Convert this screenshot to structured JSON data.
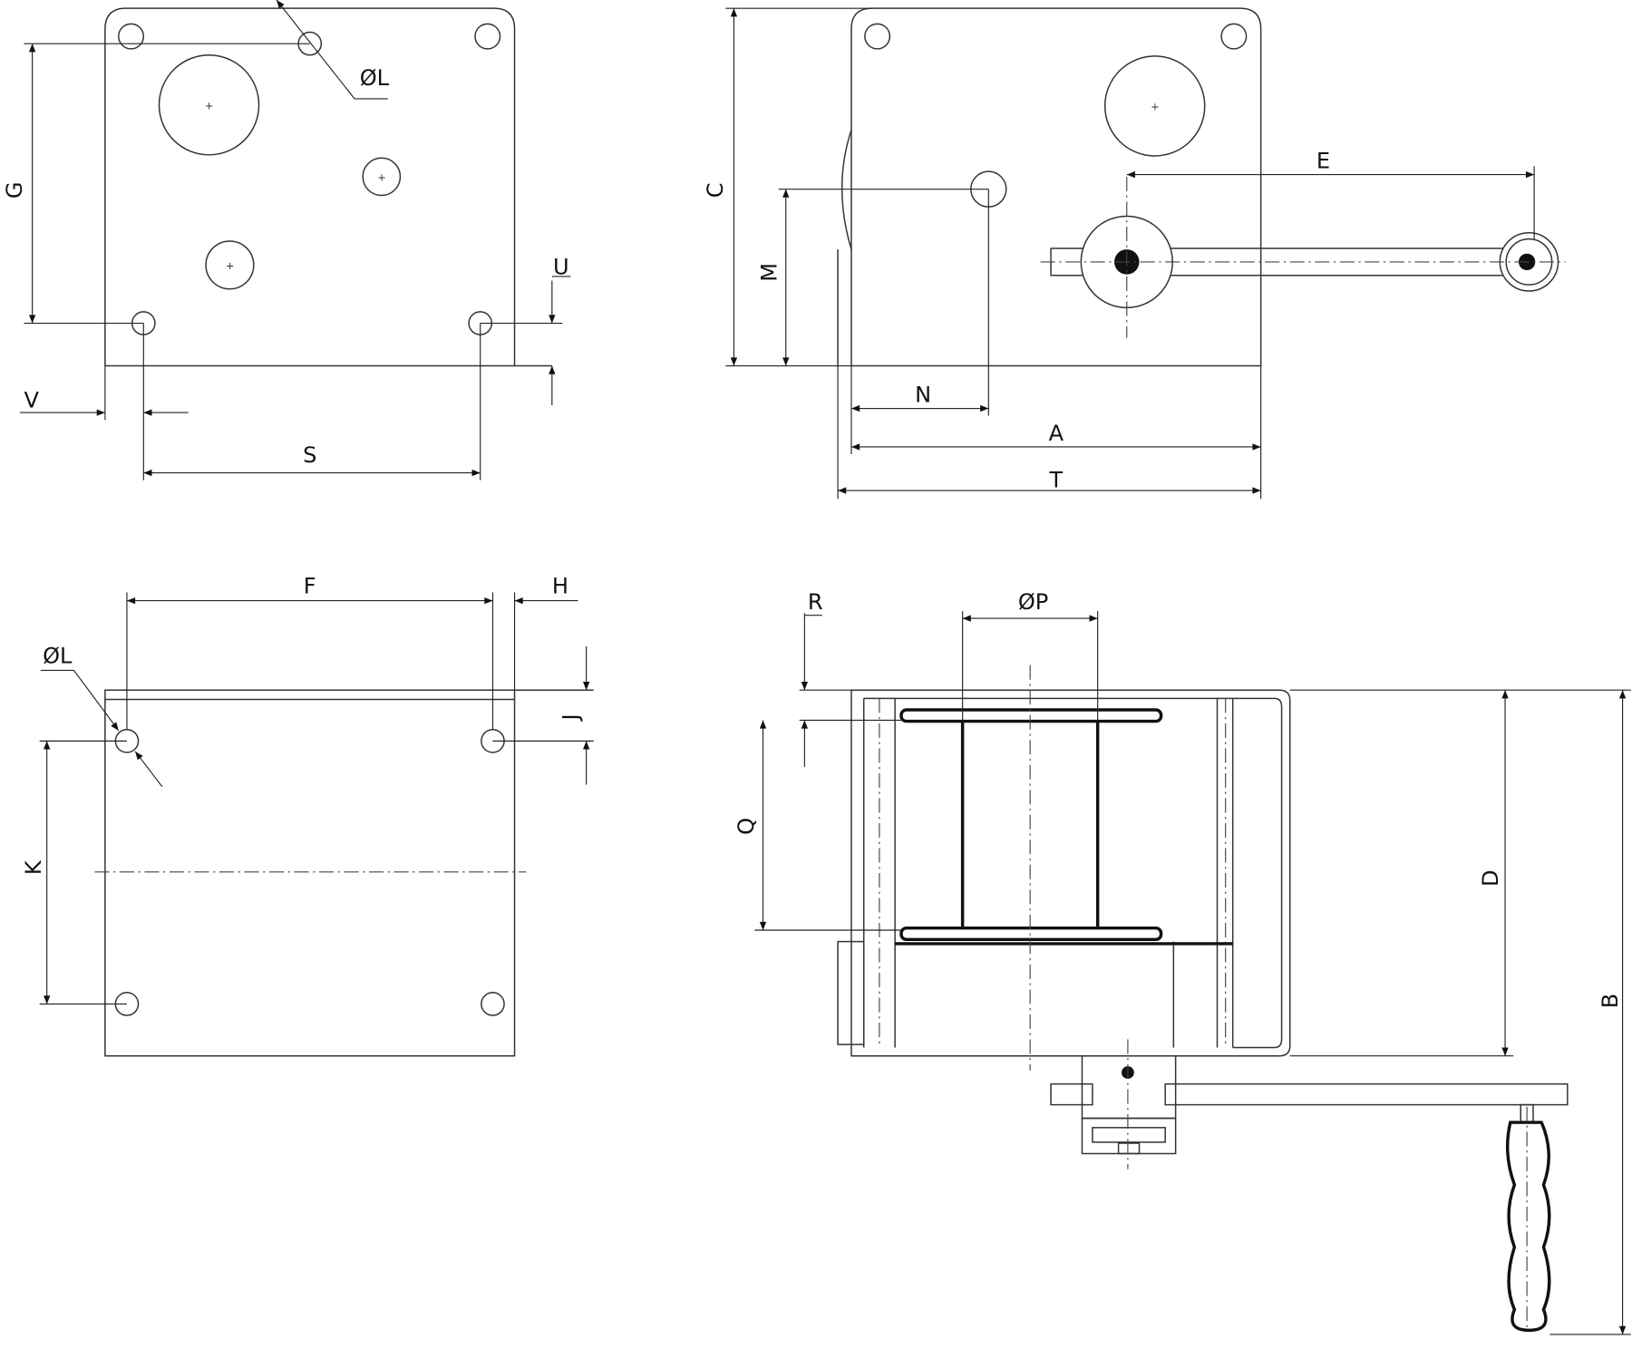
{
  "title": "Hand winch dimension drawing",
  "views": {
    "mounting_plate_top": {
      "dims": {
        "hole_dia": "ØL",
        "g": "G",
        "u": "U",
        "v": "V",
        "s": "S"
      }
    },
    "side_view": {
      "dims": {
        "c": "C",
        "m": "M",
        "n": "N",
        "a": "A",
        "t": "T",
        "e": "E"
      }
    },
    "mounting_plate_bottom": {
      "dims": {
        "f": "F",
        "h": "H",
        "hole_dia": "ØL",
        "j": "J",
        "k": "K"
      }
    },
    "front_view": {
      "dims": {
        "r": "R",
        "p": "ØP",
        "q": "Q",
        "d": "D",
        "b": "B"
      }
    }
  },
  "center_mark": "+"
}
